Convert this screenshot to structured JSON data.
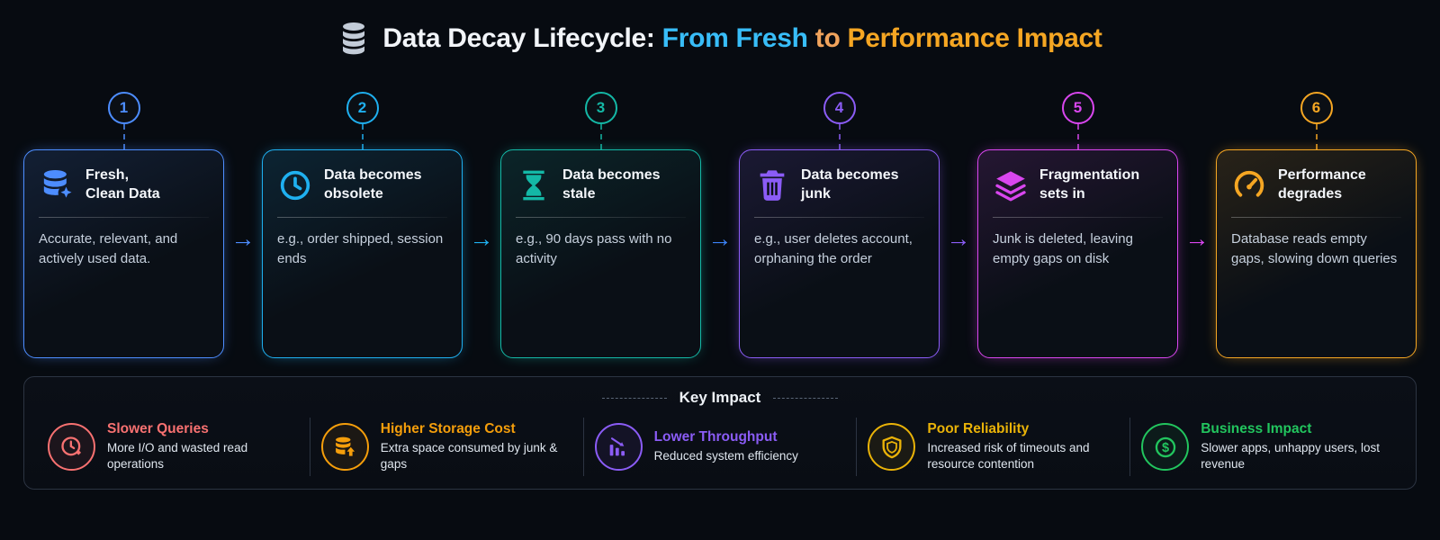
{
  "header": {
    "icon": "database-icon",
    "title_prefix": "Data Decay Lifecycle:",
    "title_highlight1": "From Fresh",
    "title_connector": "to",
    "title_highlight2": "Performance Impact",
    "colors": {
      "prefix": "#f2f5f9",
      "highlight1": "#38bdf8",
      "connector": "#f0a35c",
      "highlight2": "#f5a623"
    }
  },
  "steps": [
    {
      "number": "1",
      "color": "#4d8dff",
      "icon": "database-sparkle-icon",
      "title": "Fresh,\nClean Data",
      "description": "Accurate, relevant, and actively used data."
    },
    {
      "number": "2",
      "color": "#1fb0f0",
      "icon": "clock-icon",
      "title": "Data becomes\nobsolete",
      "description": "e.g., order shipped, session ends"
    },
    {
      "number": "3",
      "color": "#14b8a6",
      "icon": "hourglass-icon",
      "title": "Data becomes\nstale",
      "description": "e.g., 90 days pass with no activity"
    },
    {
      "number": "4",
      "color": "#8b5cf6",
      "icon": "trash-icon",
      "title": "Data becomes\njunk",
      "description": "e.g., user deletes account, orphaning the order"
    },
    {
      "number": "5",
      "color": "#d946ef",
      "icon": "layers-icon",
      "title": "Fragmentation\nsets in",
      "description": "Junk is deleted, leaving empty gaps on disk"
    },
    {
      "number": "6",
      "color": "#f5a623",
      "icon": "gauge-icon",
      "title": "Performance\ndegrades",
      "description": "Database reads empty gaps, slowing down queries"
    }
  ],
  "arrow_colors": [
    "#4d8dff",
    "#1fb0f0",
    "#3b82f6",
    "#8b5cf6",
    "#d946ef"
  ],
  "key_impact": {
    "heading": "Key Impact",
    "items": [
      {
        "color": "#f87171",
        "icon": "clock-alert-icon",
        "title": "Slower Queries",
        "description": "More I/O and wasted read operations"
      },
      {
        "color": "#f59e0b",
        "icon": "database-up-icon",
        "title": "Higher Storage Cost",
        "description": "Extra space consumed by junk & gaps"
      },
      {
        "color": "#8b5cf6",
        "icon": "chart-down-icon",
        "title": "Lower Throughput",
        "description": "Reduced system efficiency"
      },
      {
        "color": "#eab308",
        "icon": "shield-icon",
        "title": "Poor Reliability",
        "description": "Increased risk of timeouts and resource contention"
      },
      {
        "color": "#22c55e",
        "icon": "dollar-icon",
        "title": "Business Impact",
        "description": "Slower apps, unhappy users, lost revenue"
      }
    ]
  }
}
